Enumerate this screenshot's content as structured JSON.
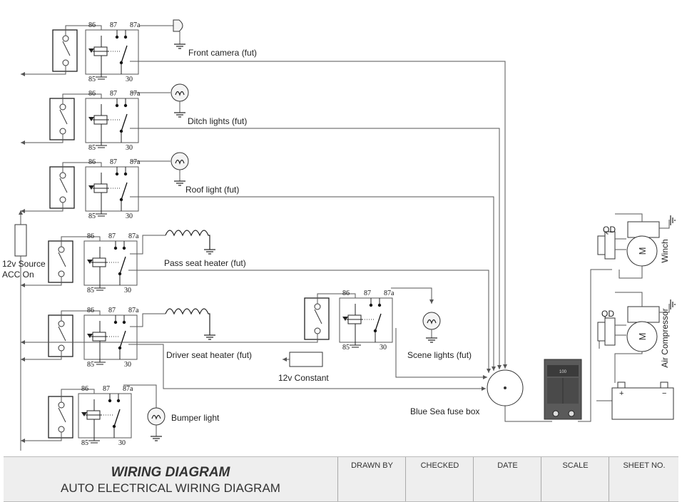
{
  "labels": {
    "front_camera": "Front camera (fut)",
    "ditch_lights": "Ditch lights (fut)",
    "roof_light": "Roof light (fut)",
    "pass_seat_heater": "Pass seat heater (fut)",
    "driver_seat_heater": "Driver seat heater (fut)",
    "bumper_light": "Bumper light",
    "source_line1": "12v Source",
    "source_line2": "ACC On",
    "constant": "12v Constant",
    "scene_lights": "Scene lights (fut)",
    "fuse_box": "Blue Sea fuse box",
    "winch": "Winch",
    "air_compressor": "Air Compressor",
    "qd_winch": "QD",
    "qd_compressor": "QD",
    "breaker_value": "100",
    "battery_plus": "+",
    "battery_minus": "−",
    "motor_symbol": "M"
  },
  "relay_pins": {
    "p86": "86",
    "p87": "87",
    "p87a": "87a",
    "p85": "85",
    "p30": "30"
  },
  "title_block": {
    "title": "WIRING DIAGRAM",
    "subtitle": "AUTO ELECTRICAL WIRING DIAGRAM",
    "columns": [
      "DRAWN BY",
      "CHECKED",
      "DATE",
      "SCALE",
      "SHEET NO."
    ]
  }
}
